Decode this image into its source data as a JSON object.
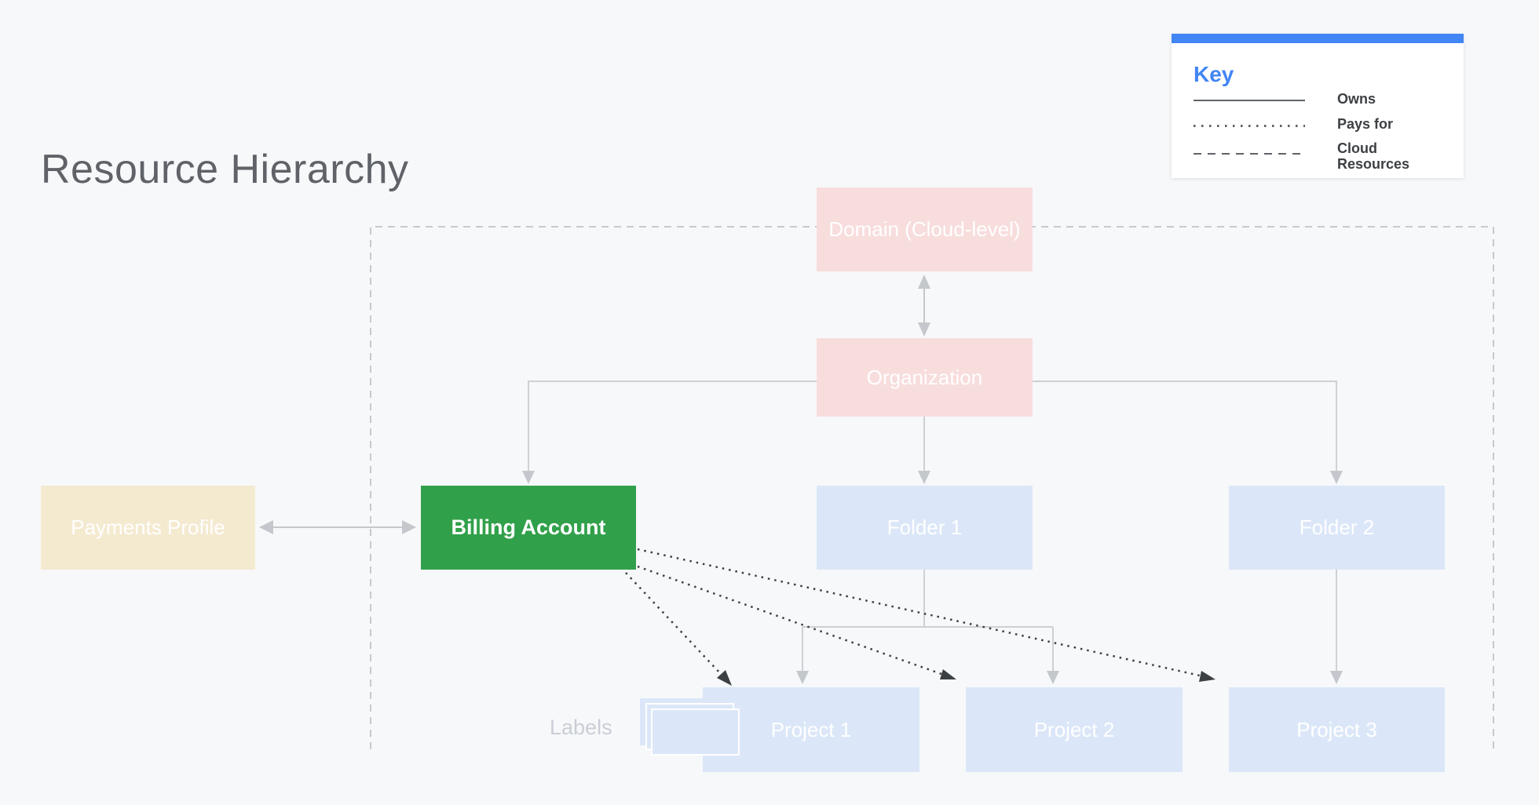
{
  "page": {
    "title": "Resource Hierarchy"
  },
  "key": {
    "title": "Key",
    "items": [
      {
        "line_style": "solid",
        "label": "Owns"
      },
      {
        "line_style": "dotted",
        "label": "Pays for"
      },
      {
        "line_style": "dashed",
        "label": "Cloud Resources"
      }
    ]
  },
  "colors": {
    "background": "#f7f8fa",
    "key_accent_blue": "#4285f4",
    "org_pink": "#f8dddd",
    "folder_blue": "#dbe7f8",
    "payments_beige": "#f4ead0",
    "billing_green": "#31a04a",
    "connector_gray": "#cdd0d4",
    "boundary_dash_gray": "#c6c9ce",
    "pays_for_dark": "#3c4043",
    "title_gray": "#5f6368"
  },
  "nodes": {
    "domain": {
      "label": "Domain (Cloud-level)"
    },
    "organization": {
      "label": "Organization"
    },
    "payments_profile": {
      "label": "Payments Profile"
    },
    "billing_account": {
      "label": "Billing Account"
    },
    "folder_1": {
      "label": "Folder 1"
    },
    "folder_2": {
      "label": "Folder 2"
    },
    "project_1": {
      "label": "Project 1"
    },
    "project_2": {
      "label": "Project 2"
    },
    "project_3": {
      "label": "Project 3"
    }
  },
  "annotations": {
    "labels_caption": "Labels"
  },
  "boundary": {
    "label": "Cloud Resources",
    "style": "dashed"
  },
  "edges": [
    {
      "from": "Domain (Cloud-level)",
      "to": "Organization",
      "relation": "owns",
      "bidirectional": true
    },
    {
      "from": "Organization",
      "to": "Billing Account",
      "relation": "owns"
    },
    {
      "from": "Organization",
      "to": "Folder 1",
      "relation": "owns"
    },
    {
      "from": "Organization",
      "to": "Folder 2",
      "relation": "owns"
    },
    {
      "from": "Payments Profile",
      "to": "Billing Account",
      "relation": "owns",
      "bidirectional": true
    },
    {
      "from": "Folder 1",
      "to": "Project 1",
      "relation": "owns"
    },
    {
      "from": "Folder 1",
      "to": "Project 2",
      "relation": "owns"
    },
    {
      "from": "Folder 2",
      "to": "Project 3",
      "relation": "owns"
    },
    {
      "from": "Billing Account",
      "to": "Project 1",
      "relation": "pays for"
    },
    {
      "from": "Billing Account",
      "to": "Project 2",
      "relation": "pays for"
    },
    {
      "from": "Billing Account",
      "to": "Project 3",
      "relation": "pays for"
    }
  ]
}
